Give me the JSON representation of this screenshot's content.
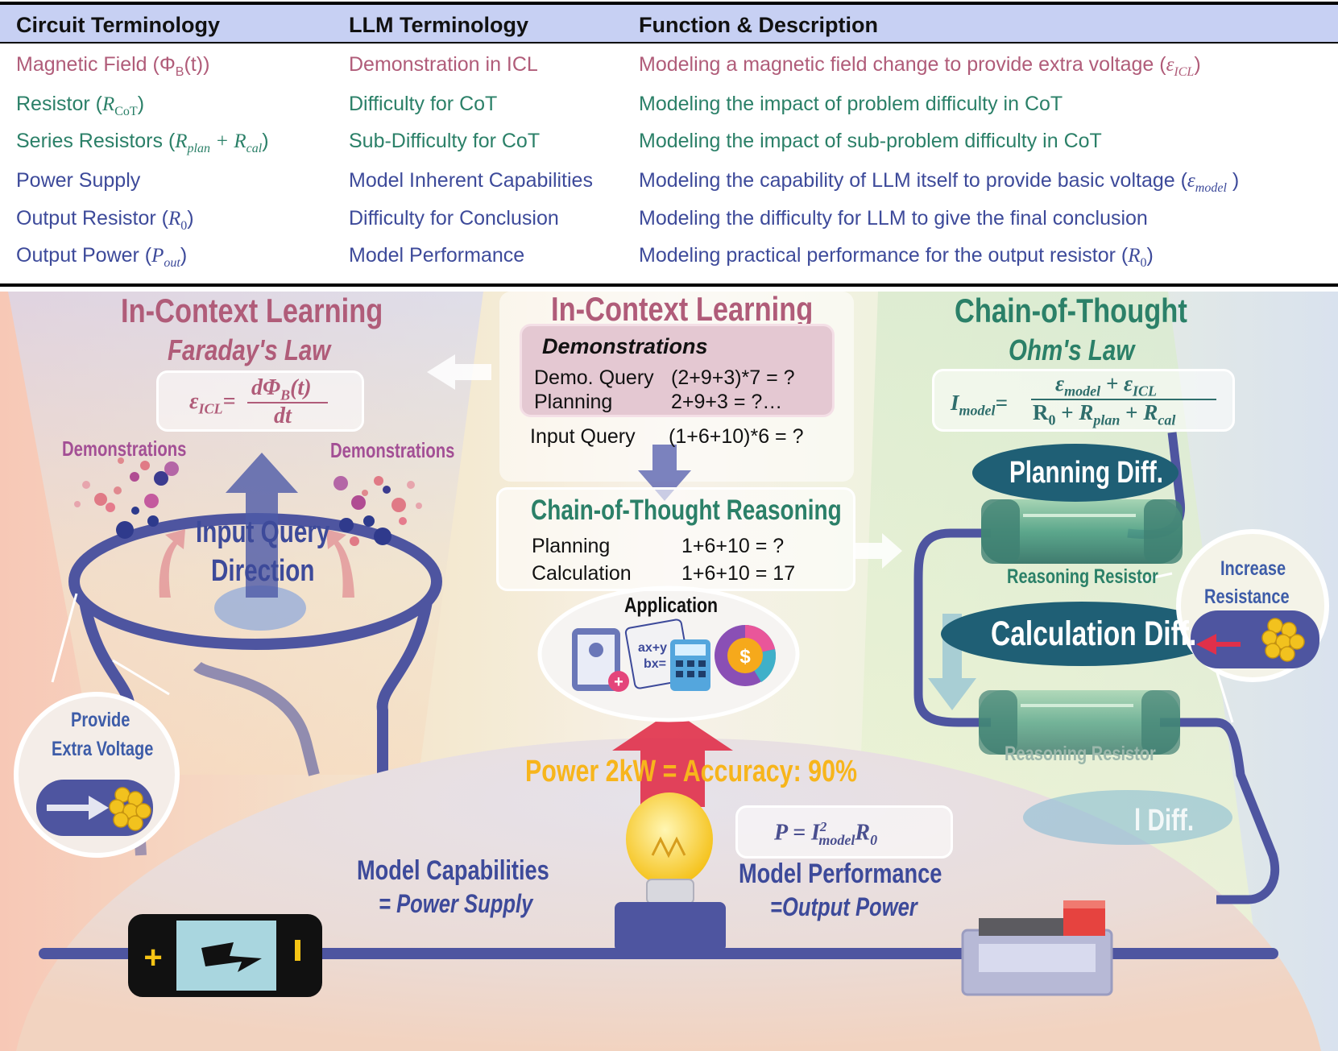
{
  "table": {
    "headers": [
      "Circuit Terminology",
      "LLM Terminology",
      "Function & Description"
    ],
    "rows": [
      {
        "circuit": "Magnetic Field (ΦB(t))",
        "llm": "Demonstration in ICL",
        "desc": "Modeling a magnetic field change to provide extra voltage (εICL)"
      },
      {
        "circuit": "Resistor (RCoT)",
        "llm": "Difficulty for CoT",
        "desc": "Modeling the impact of problem difficulty in CoT"
      },
      {
        "circuit": "Series Resistors (Rplan + Rcal)",
        "llm": "Sub-Difficulty for CoT",
        "desc": "Modeling the impact of sub-problem difficulty in CoT"
      },
      {
        "circuit": "Power Supply",
        "llm": "Model Inherent Capabilities",
        "desc": "Modeling the capability of LLM itself to provide basic voltage (εmodel )"
      },
      {
        "circuit": "Output Resistor (R0)",
        "llm": "Difficulty for Conclusion",
        "desc": "Modeling the difficulty for LLM to give the final conclusion"
      },
      {
        "circuit": "Output Power (Pout)",
        "llm": "Model Performance",
        "desc": "Modeling practical performance for the output resistor (R0)"
      }
    ]
  },
  "left_panel": {
    "title": "In-Context Learning",
    "subtitle": "Faraday's Law",
    "equation": "εICL = dΦB(t) / dt",
    "demo_left": "Demonstrations",
    "demo_right": "Demonstrations",
    "query_line1": "Input Query",
    "query_line2": "Direction",
    "callout_line1": "Provide",
    "callout_line2": "Extra Voltage"
  },
  "middle_panel": {
    "title": "In-Context Learning",
    "demo_heading": "Demonstrations",
    "demo_query_label": "Demo. Query",
    "demo_query_value": "(2+9+3)*7 = ?",
    "demo_planning_label": "Planning",
    "demo_planning_value": "2+9+3 = ?…",
    "input_query_label": "Input Query",
    "input_query_value": "(1+6+10)*6 = ?",
    "cot_heading": "Chain-of-Thought Reasoning",
    "cot_planning_label": "Planning",
    "cot_planning_value": "1+6+10 = ?",
    "cot_calc_label": "Calculation",
    "cot_calc_value": "1+6+10 = 17",
    "application": "Application",
    "power_text": "Power 2kW = Accuracy: 90%"
  },
  "right_panel": {
    "title": "Chain-of-Thought",
    "subtitle": "Ohm's Law",
    "equation": "Imodel = (εmodel + εICL) / (R0 + Rplan + Rcal)",
    "planning_diff": "Planning Diff.",
    "calculation_diff": "Calculation Diff.",
    "hidden_diff": "l Diff.",
    "resistor_label_1": "Reasoning Resistor",
    "resistor_label_2": "Reasoning Resistor",
    "increase_line1": "Increase",
    "increase_line2": "Resistance"
  },
  "bottom": {
    "model_cap_line1": "Model Capabilities",
    "model_cap_line2": "= Power Supply",
    "model_perf_line1": "Model Performance",
    "model_perf_line2": "=Output Power",
    "power_equation": "P = I²model R0"
  },
  "icons": [
    "battery-icon",
    "light-bulb-icon",
    "switch-icon",
    "clipboard-icon",
    "math-board-icon",
    "calculator-icon",
    "coin-chart-icon",
    "arrow-up-icon"
  ],
  "colors": {
    "pink": "#b05c79",
    "green": "#2b8068",
    "navy": "#3d4a9a",
    "header_bg": "#c7d0f3",
    "power_yellow": "#f7b51c",
    "red_arrow": "#e0304a"
  }
}
